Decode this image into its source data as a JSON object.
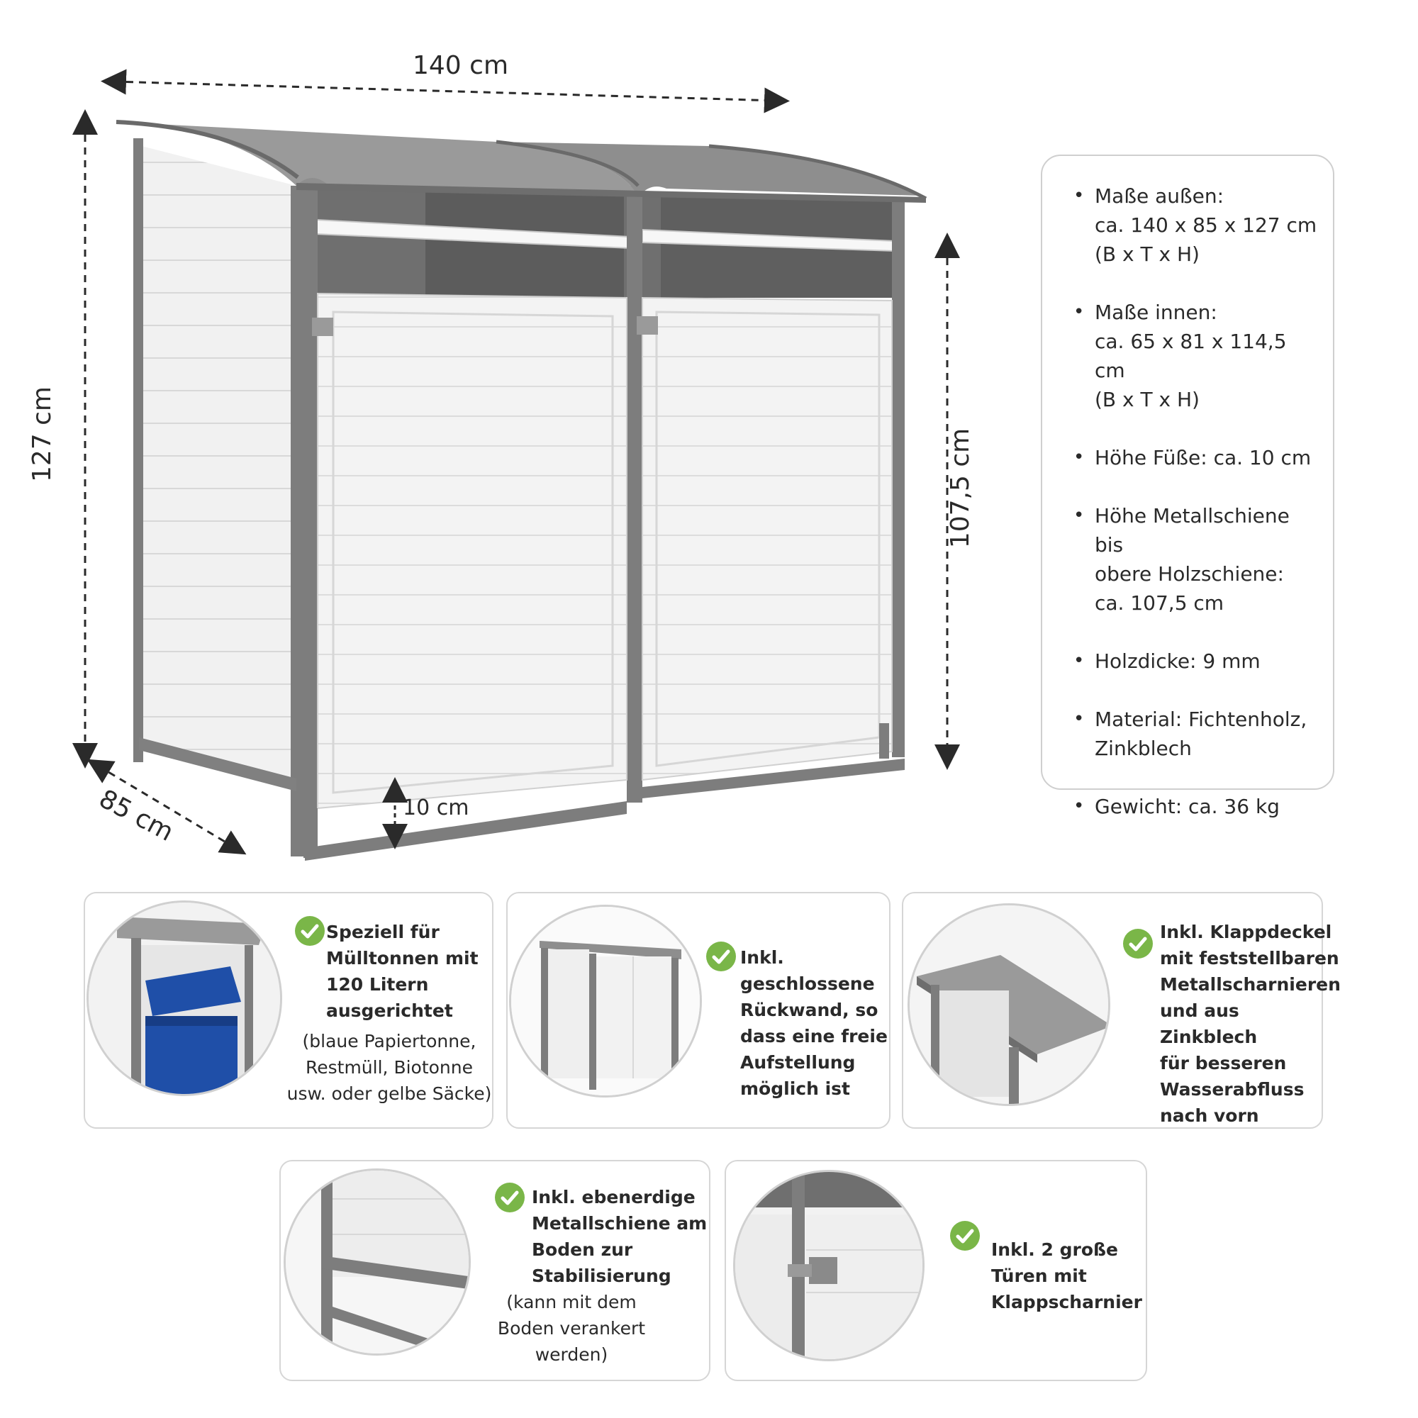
{
  "dimensions": {
    "width": "140 cm",
    "height": "127 cm",
    "depth": "85 cm",
    "inner_height": "107,5 cm",
    "feet": "10 cm"
  },
  "specs": [
    [
      "Maße außen:",
      "ca. 140 x 85 x 127 cm",
      "(B x T x H)"
    ],
    [
      "Maße innen:",
      "ca. 65 x 81 x 114,5 cm",
      "(B x T x H)"
    ],
    [
      "Höhe Füße: ca. 10 cm"
    ],
    [
      "Höhe Metallschiene bis",
      "obere Holzschiene:",
      "ca. 107,5 cm"
    ],
    [
      "Holzdicke: 9 mm"
    ],
    [
      "Material: Fichtenholz,",
      "Zinkblech"
    ],
    [
      "Gewicht: ca. 36 kg"
    ]
  ],
  "features": [
    {
      "bold": [
        "Speziell für",
        "Mülltonnen mit",
        "120 Litern",
        "ausgerichtet"
      ],
      "normal": [
        "(blaue Papiertonne,",
        "Restmüll, Biotonne",
        "usw. oder gelbe Säcke)"
      ]
    },
    {
      "bold": [
        "Inkl. geschlossene",
        "Rückwand, so",
        "dass eine freie",
        "Aufstellung",
        "möglich ist"
      ],
      "normal": []
    },
    {
      "bold": [
        "Inkl. Klappdeckel",
        "mit feststellbaren",
        "Metallscharnieren",
        "und aus Zinkblech",
        "für besseren",
        "Wasserabfluss",
        "nach vorn"
      ],
      "normal": []
    },
    {
      "bold": [
        "Inkl. ebenerdige",
        "Metallschiene am",
        "Boden zur",
        "Stabilisierung"
      ],
      "normal": [
        "(kann mit dem",
        "Boden verankert",
        "werden)"
      ]
    },
    {
      "bold": [
        "Inkl. 2 große",
        "Türen mit",
        "Klappscharnier"
      ],
      "normal": []
    }
  ],
  "colors": {
    "frame": "#7d7d7d",
    "roof": "#9a9a9a",
    "panel": "#f4f4f4",
    "check": "#7ab648",
    "bin": "#1f4fa8"
  }
}
